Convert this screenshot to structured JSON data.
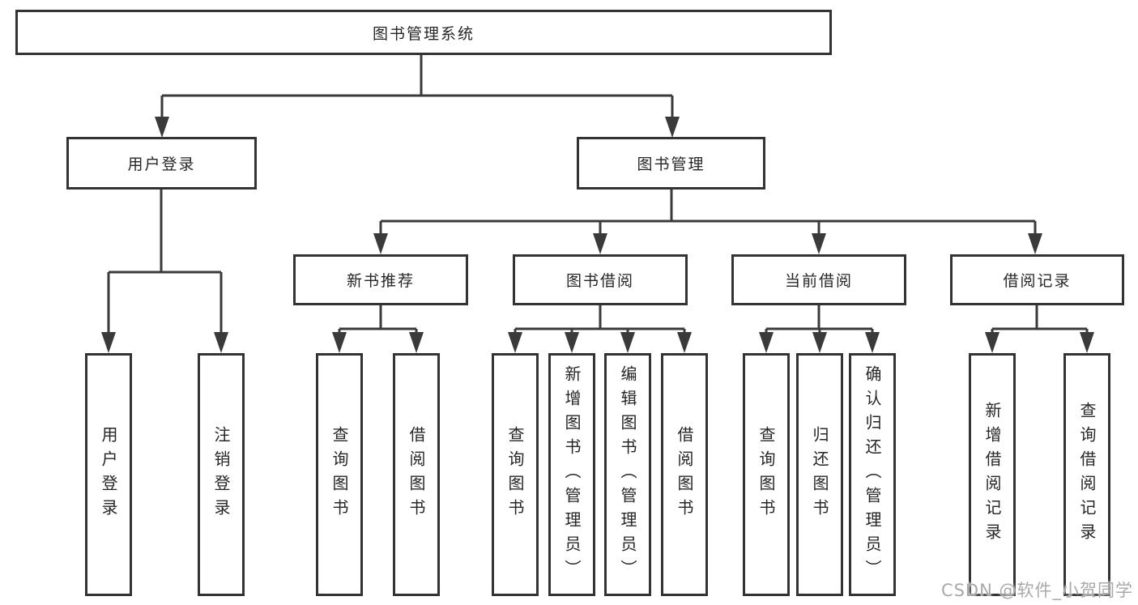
{
  "nodes": {
    "root": "图书管理系统",
    "login": "用户登录",
    "manage": "图书管理",
    "login_children": [
      "用户登录",
      "注销登录"
    ],
    "recommend": "新书推荐",
    "recommend_children": [
      "查询图书",
      "借阅图书"
    ],
    "borrow": "图书借阅",
    "borrow_children": [
      "查询图书",
      "新增图书（管理员）",
      "编辑图书（管理员）",
      "借阅图书"
    ],
    "current": "当前借阅",
    "current_children": [
      "查询图书",
      "归还图书",
      "确认归还（管理员）"
    ],
    "records": "借阅记录",
    "records_children": [
      "新增借阅记录",
      "查询借阅记录"
    ]
  },
  "watermark": "CSDN @软件_小贺同学",
  "colors": {
    "line": "#3a3a3a",
    "box_border": "#333333",
    "text": "#262626",
    "watermark_text": "#a9a9a9",
    "background": "#ffffff"
  }
}
